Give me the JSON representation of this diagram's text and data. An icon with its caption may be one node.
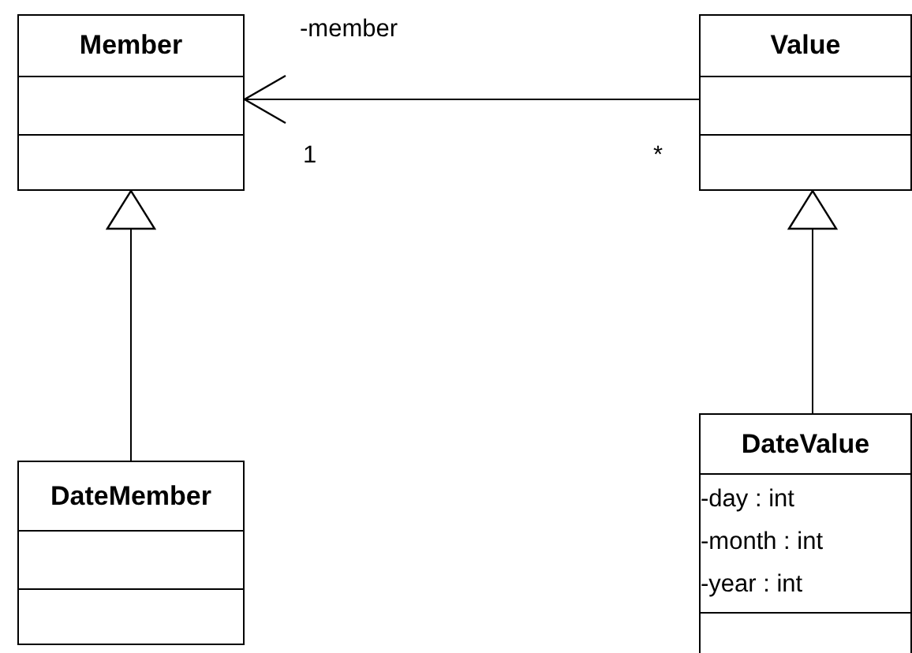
{
  "diagram": {
    "nodes": [
      {
        "text": [
          "Member"
        ]
      },
      {
        "text": [
          "Value"
        ]
      },
      {
        "text": [
          "DateMember"
        ]
      },
      {
        "text": [
          "DateValue",
          "-day : int",
          "-month : int",
          "-year : int"
        ]
      }
    ],
    "edges": [
      {
        "from": 1,
        "to": 0,
        "arrow": "to",
        "label": "-member"
      },
      {
        "from": 2,
        "to": 0,
        "arrow": "to"
      },
      {
        "from": 3,
        "to": 1,
        "arrow": "to"
      }
    ],
    "labels": [
      "1",
      "*"
    ]
  }
}
